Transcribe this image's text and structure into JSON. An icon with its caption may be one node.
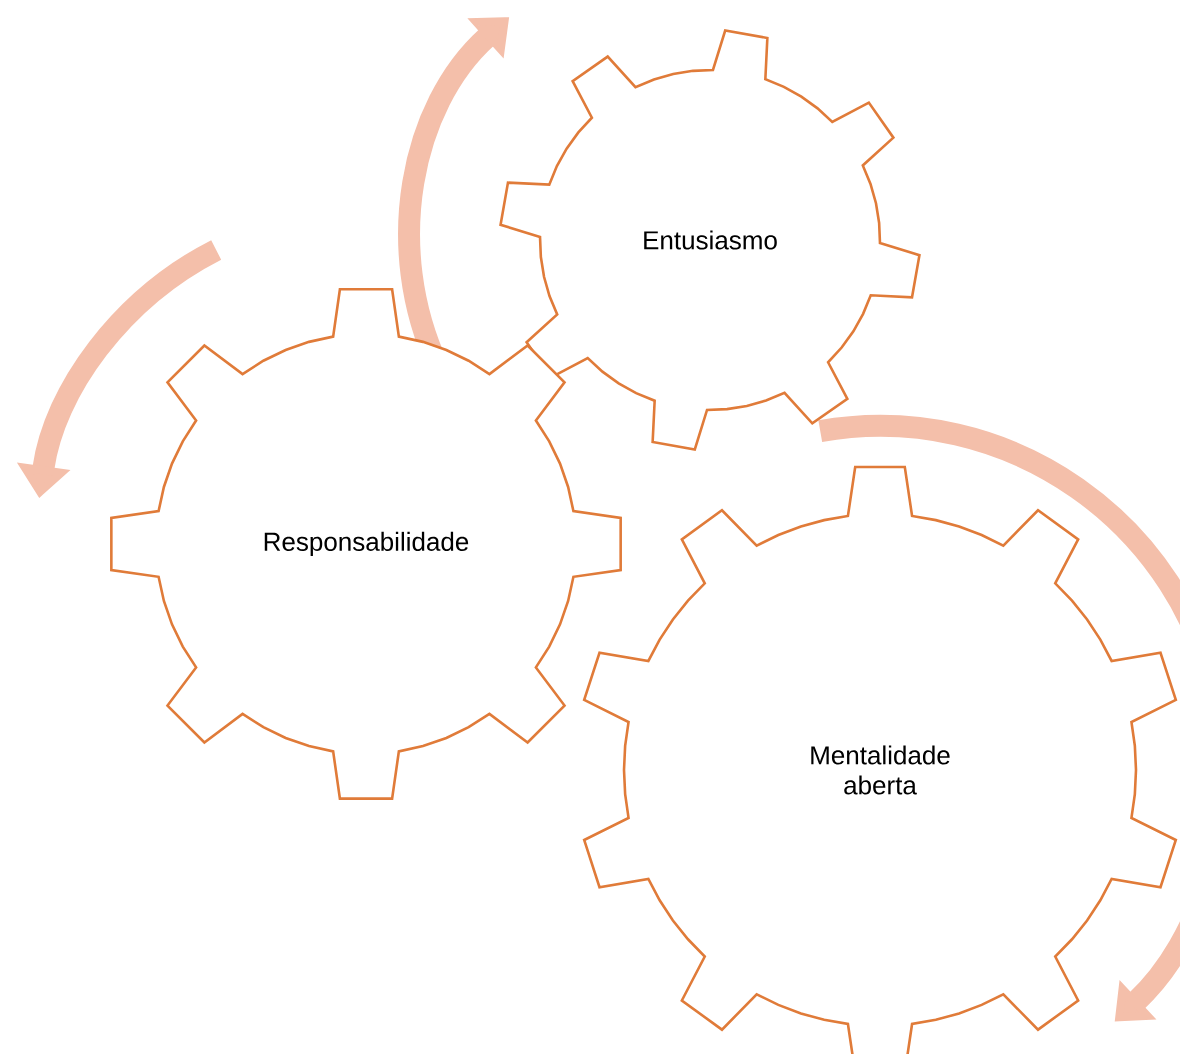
{
  "diagram": {
    "nodes": [
      {
        "text": [
          "Entusiasmo"
        ]
      },
      {
        "text": [
          "Responsabilidade"
        ]
      },
      {
        "text": [
          "Mentalidade aberta"
        ]
      }
    ]
  }
}
